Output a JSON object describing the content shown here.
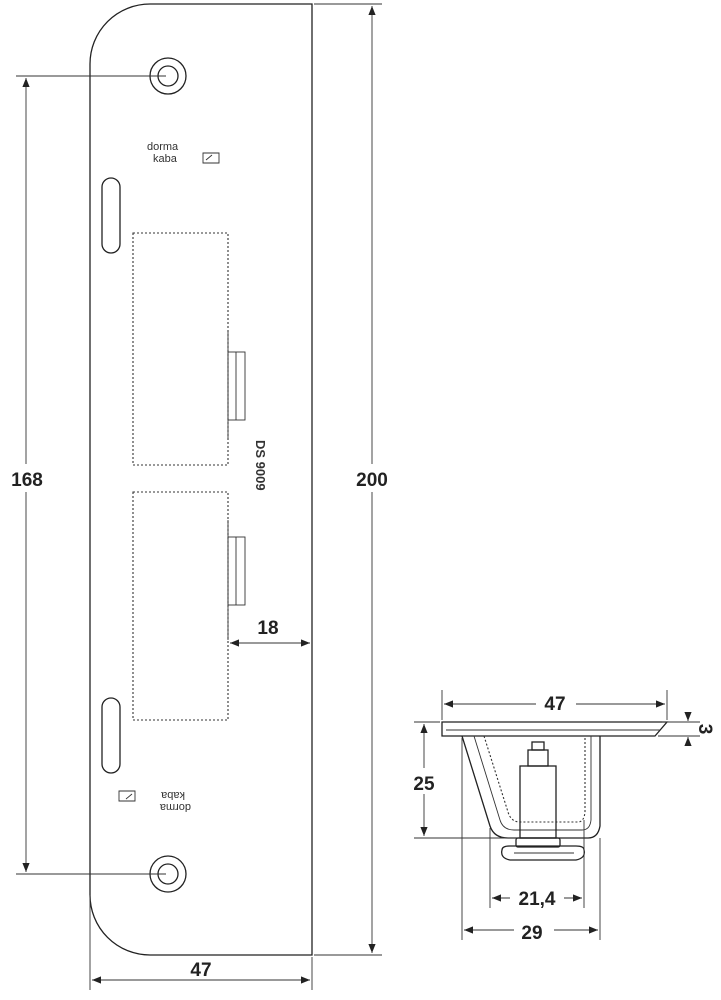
{
  "dimensions": {
    "plate_length": "200",
    "hole_spacing": "168",
    "plate_width_front": "47",
    "edge_offset": "18",
    "section_width": "47",
    "plate_thickness": "3",
    "box_depth": "25",
    "inner_width": "21,4",
    "box_width": "29"
  },
  "plate": {
    "brand_line1": "dorma",
    "brand_line2": "kaba",
    "engraving": "DS 9009"
  }
}
